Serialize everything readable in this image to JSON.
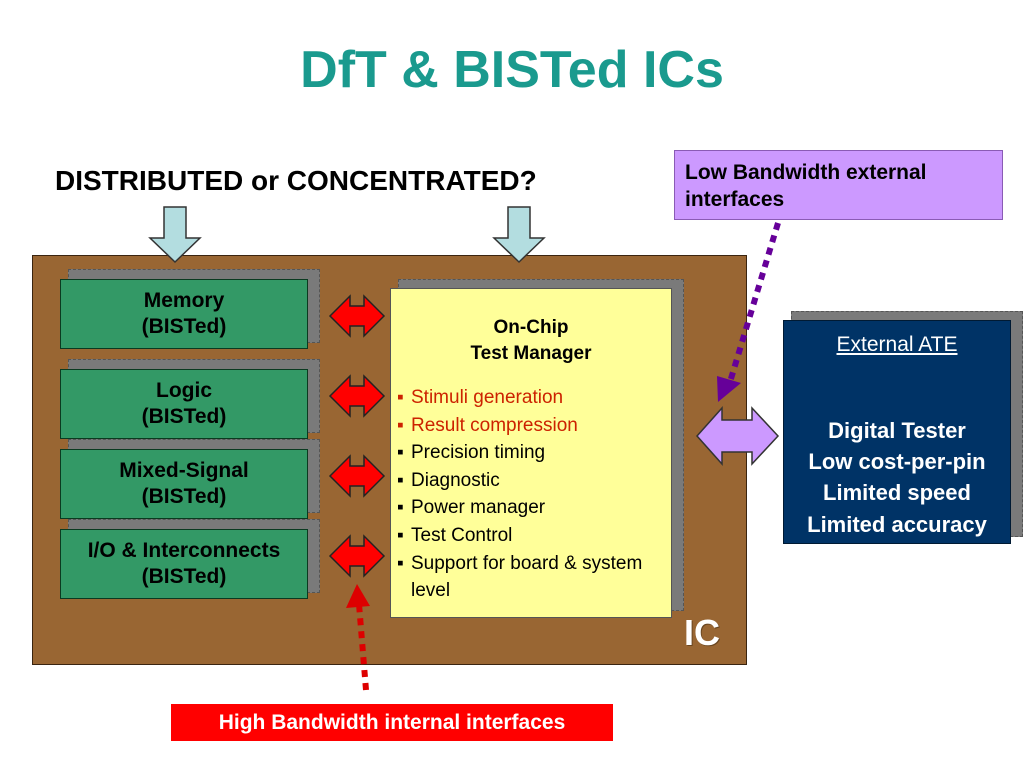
{
  "title": "DfT & BISTed ICs",
  "subtitle": "DISTRIBUTED or CONCENTRATED?",
  "ic_label": "IC",
  "blocks": [
    {
      "name": "Memory",
      "sub": "(BISTed)"
    },
    {
      "name": "Logic",
      "sub": "(BISTed)"
    },
    {
      "name": "Mixed-Signal",
      "sub": "(BISTed)"
    },
    {
      "name": "I/O & Interconnects",
      "sub": "(BISTed)"
    }
  ],
  "test_manager": {
    "line1": "On-Chip",
    "line2": "Test Manager",
    "items": [
      {
        "text": "Stimuli generation",
        "highlight": true
      },
      {
        "text": "Result compression",
        "highlight": true
      },
      {
        "text": "Precision timing",
        "highlight": false
      },
      {
        "text": "Diagnostic",
        "highlight": false
      },
      {
        "text": "Power manager",
        "highlight": false
      },
      {
        "text": "Test Control",
        "highlight": false
      },
      {
        "text": "Support for board & system level",
        "highlight": false
      }
    ]
  },
  "ate": {
    "title": "External ATE",
    "lines": [
      "Digital Tester",
      "Low cost-per-pin",
      "Limited speed",
      "Limited accuracy"
    ]
  },
  "callouts": {
    "low_bandwidth": "Low Bandwidth external interfaces",
    "high_bandwidth": "High Bandwidth internal interfaces"
  },
  "colors": {
    "title": "#1a9a8e",
    "board": "#996633",
    "block": "#339966",
    "test_manager": "#ffff99",
    "ate": "#003366",
    "internal_arrow": "#ff0000",
    "external_arrow": "#cc99ff",
    "down_arrow": "#b3dde0",
    "low_callout": "#cc99ff",
    "high_callout": "#ff0000",
    "low_pointer": "#660099",
    "high_pointer": "#dd0000"
  }
}
